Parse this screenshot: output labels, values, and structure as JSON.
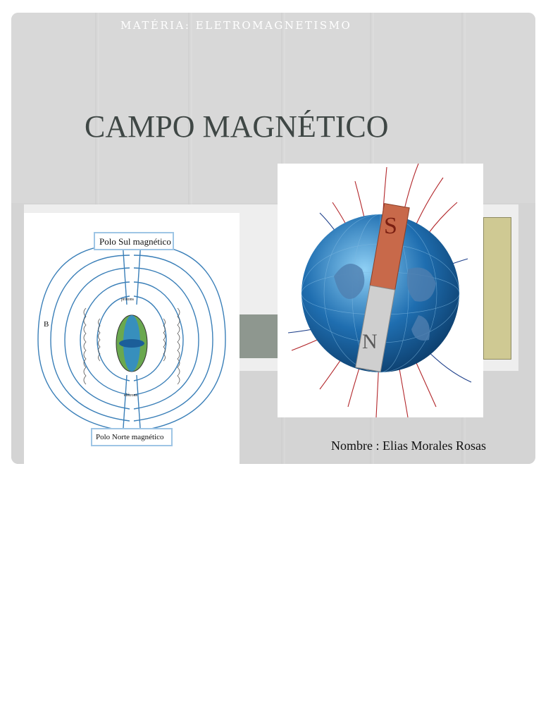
{
  "slide": {
    "subject": "MATÉRIA: ELETROMAGNETISMO",
    "title": "CAMPO MAGNÉTICO",
    "author": "Nombre : Elias Morales Rosas"
  },
  "earth_field_diagram": {
    "south_pole_label": "Polo Sul magnético",
    "north_pole_label": "Polo Norte magnético",
    "field_symbol": "B",
    "protons_label": "prótons",
    "electrons_label": "elétrons"
  },
  "globe_magnet_image": {
    "magnet_south": "S",
    "magnet_north": "N"
  },
  "colors": {
    "slide_background": "#d6d6d6",
    "title": "#3f4745",
    "field_line": "#3a7fb8",
    "globe": "#1f6eb0",
    "magnet_red": "#c8694a",
    "arrow_red": "#b2262a"
  }
}
